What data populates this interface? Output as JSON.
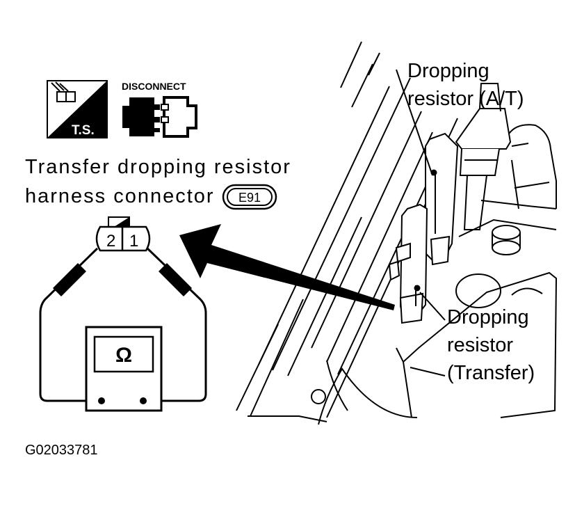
{
  "figure_id": "G02033781",
  "icons": {
    "ts_icon": "terminal-test-icon",
    "ts_label": "T.S.",
    "disconnect_icon": "connector-disconnect-icon",
    "disconnect_label": "DISCONNECT"
  },
  "connector": {
    "title_line1": "Transfer dropping resistor",
    "title_line2": "harness connector",
    "code": "E91",
    "pins": [
      "2",
      "1"
    ]
  },
  "meter": {
    "symbol": "Ω",
    "icon": "ohmmeter-icon"
  },
  "callouts": {
    "at_line1": "Dropping",
    "at_line2": "resistor (A/T)",
    "transfer_line1": "Dropping",
    "transfer_line2": "resistor",
    "transfer_line3": "(Transfer)"
  },
  "colors": {
    "ink": "#000000",
    "background": "#ffffff"
  }
}
